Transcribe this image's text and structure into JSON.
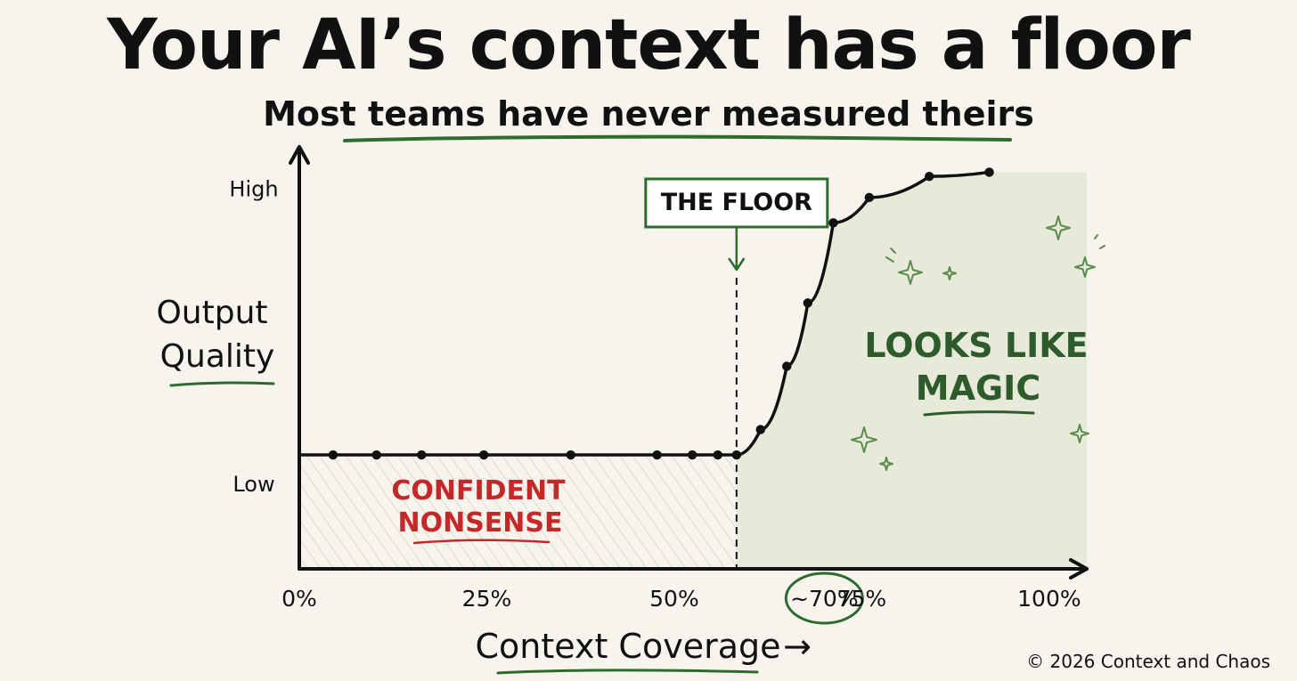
{
  "header": {
    "title": "Your AI’s context has a floor",
    "subtitle": "Most teams have never measured theirs"
  },
  "chart_data": {
    "type": "line",
    "title": "Your AI’s context has a floor",
    "subtitle": "Most teams have never measured theirs",
    "xlabel": "Context Coverage",
    "xlabel_arrow": "→",
    "ylabel_lines": [
      "Output",
      "Quality"
    ],
    "x_ticks": [
      {
        "value": 0,
        "label": "0%"
      },
      {
        "value": 25,
        "label": "25%"
      },
      {
        "value": 50,
        "label": "50%"
      },
      {
        "value": 70,
        "label": "~70%"
      },
      {
        "value": 75,
        "label": "75%"
      },
      {
        "value": 100,
        "label": "100%"
      }
    ],
    "y_ticks": [
      {
        "value": 0.2,
        "label": "Low"
      },
      {
        "value": 0.9,
        "label": "High"
      }
    ],
    "xlim": [
      0,
      105
    ],
    "ylim": [
      0,
      1
    ],
    "series": [
      {
        "points": [
          {
            "x": 0,
            "y": 0.27
          },
          {
            "x": 1.4,
            "y": 0.27
          },
          {
            "x": 4.5,
            "y": 0.27
          },
          {
            "x": 10.3,
            "y": 0.27
          },
          {
            "x": 16.3,
            "y": 0.27
          },
          {
            "x": 24.6,
            "y": 0.27
          },
          {
            "x": 36.2,
            "y": 0.27
          },
          {
            "x": 47.7,
            "y": 0.27
          },
          {
            "x": 52.4,
            "y": 0.27
          },
          {
            "x": 55.8,
            "y": 0.27
          },
          {
            "x": 58.3,
            "y": 0.27
          },
          {
            "x": 61.5,
            "y": 0.33
          },
          {
            "x": 65.0,
            "y": 0.48
          },
          {
            "x": 67.8,
            "y": 0.63
          },
          {
            "x": 71.2,
            "y": 0.82
          },
          {
            "x": 76.0,
            "y": 0.88
          },
          {
            "x": 84.0,
            "y": 0.93
          },
          {
            "x": 92.0,
            "y": 0.94
          }
        ],
        "markers": [
          {
            "x": 4.5,
            "y": 0.27
          },
          {
            "x": 10.3,
            "y": 0.27
          },
          {
            "x": 16.3,
            "y": 0.27
          },
          {
            "x": 24.6,
            "y": 0.27
          },
          {
            "x": 36.2,
            "y": 0.27
          },
          {
            "x": 47.7,
            "y": 0.27
          },
          {
            "x": 52.4,
            "y": 0.27
          },
          {
            "x": 55.8,
            "y": 0.27
          },
          {
            "x": 58.3,
            "y": 0.27
          },
          {
            "x": 61.5,
            "y": 0.33
          },
          {
            "x": 65.0,
            "y": 0.48
          },
          {
            "x": 67.8,
            "y": 0.63
          },
          {
            "x": 71.2,
            "y": 0.82
          },
          {
            "x": 76.0,
            "y": 0.88
          },
          {
            "x": 84.0,
            "y": 0.93
          },
          {
            "x": 92.0,
            "y": 0.94
          }
        ]
      }
    ],
    "threshold": {
      "x": 58.3,
      "label": "THE FLOOR"
    },
    "regions": [
      {
        "label_lines": [
          "CONFIDENT",
          "NONSENSE"
        ],
        "color": "#c42828"
      },
      {
        "label_lines": [
          "LOOKS LIKE",
          "MAGIC"
        ],
        "color": "#2e5b2c"
      }
    ],
    "colors": {
      "axis": "#111111",
      "curve": "#111111",
      "green": "#2e6b2e",
      "red": "#c42828",
      "green_fill": "#e7e9d9",
      "hatch": "#c9c6c0"
    }
  },
  "footer": {
    "copyright": "© 2026 Context and Chaos"
  }
}
